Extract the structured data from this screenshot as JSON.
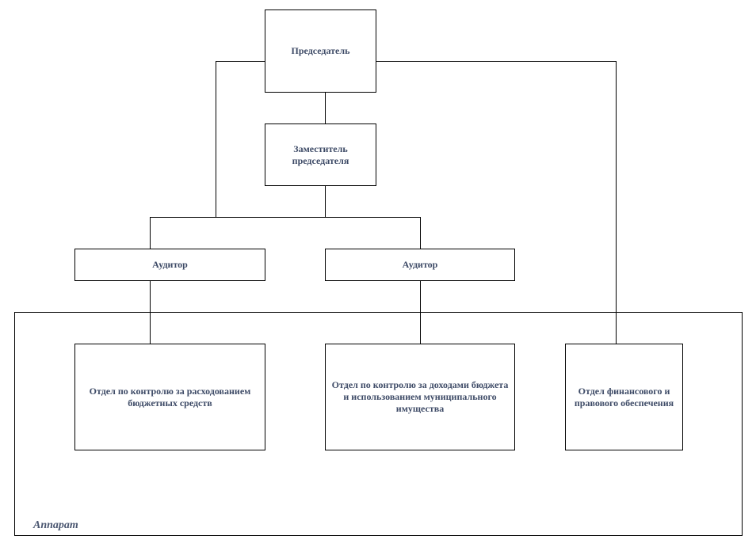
{
  "diagram": {
    "container_label": "Аппарат",
    "nodes": {
      "chairman": "Председатель",
      "deputy": "Заместитель председателя",
      "auditor_left": "Аудитор",
      "auditor_right": "Аудитор",
      "dept_expenditure": "Отдел по контролю за расходованием бюджетных средств",
      "dept_revenue": "Отдел по контролю за доходами бюджета и использованием муниципального имущества",
      "dept_finance_legal": "Отдел финансового и правового обеспечения"
    },
    "edges": [
      [
        "chairman",
        "deputy"
      ],
      [
        "chairman",
        "auditor_left"
      ],
      [
        "chairman",
        "dept_finance_legal"
      ],
      [
        "deputy",
        "auditor_left"
      ],
      [
        "deputy",
        "auditor_right"
      ],
      [
        "auditor_left",
        "dept_expenditure"
      ],
      [
        "auditor_right",
        "dept_revenue"
      ]
    ],
    "colors": {
      "line": "#000000",
      "text": "#3d4a66",
      "container_label": "#4a5670"
    }
  }
}
